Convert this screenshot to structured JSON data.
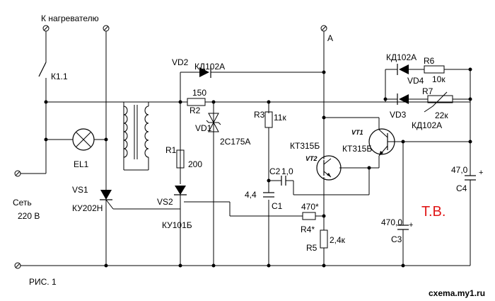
{
  "labels": {
    "heater": "К нагревателю",
    "k11": "К1.1",
    "el1": "EL1",
    "net": "Сеть",
    "net_v": "220 В",
    "vs1": "VS1",
    "vs1_type": "КУ202Н",
    "vd2": "VD2",
    "vd2_type": "КД102А",
    "r2_val": "150",
    "r2": "R2",
    "vd1": "VD1",
    "vd1_type": "2С175А",
    "r1": "R1",
    "r1_val": "200",
    "vs2": "VS2",
    "vs2_type": "КУ101Б",
    "r3": "R3",
    "r3_val": "11к",
    "c2": "C2",
    "c2_val": "1,0",
    "c1_val": "4,4",
    "c1": "C1",
    "r4_val": "470*",
    "r4": "R4*",
    "r5": "R5",
    "r5_val": "2,4к",
    "node_a": "А",
    "vt2_type": "КТ315Б",
    "vt2": "VT2",
    "vt1": "VT1",
    "vt1_type": "КТ315Б",
    "vd4_type": "КД102А",
    "vd4": "VD4",
    "r6": "R6",
    "r6_val": "10к",
    "r7": "R7",
    "r7_val": "22к",
    "vd3": "VD3",
    "vd3_type": "КД102А",
    "c4_val": "47,0",
    "c4": "C4",
    "c3_val": "470,0",
    "c3": "C3",
    "tv": "Т.В.",
    "fig": "РИС. 1",
    "watermark": "cxema.my1.ru"
  },
  "colors": {
    "line": "#000000",
    "accent": "#e01818",
    "background": "#ffffff"
  }
}
